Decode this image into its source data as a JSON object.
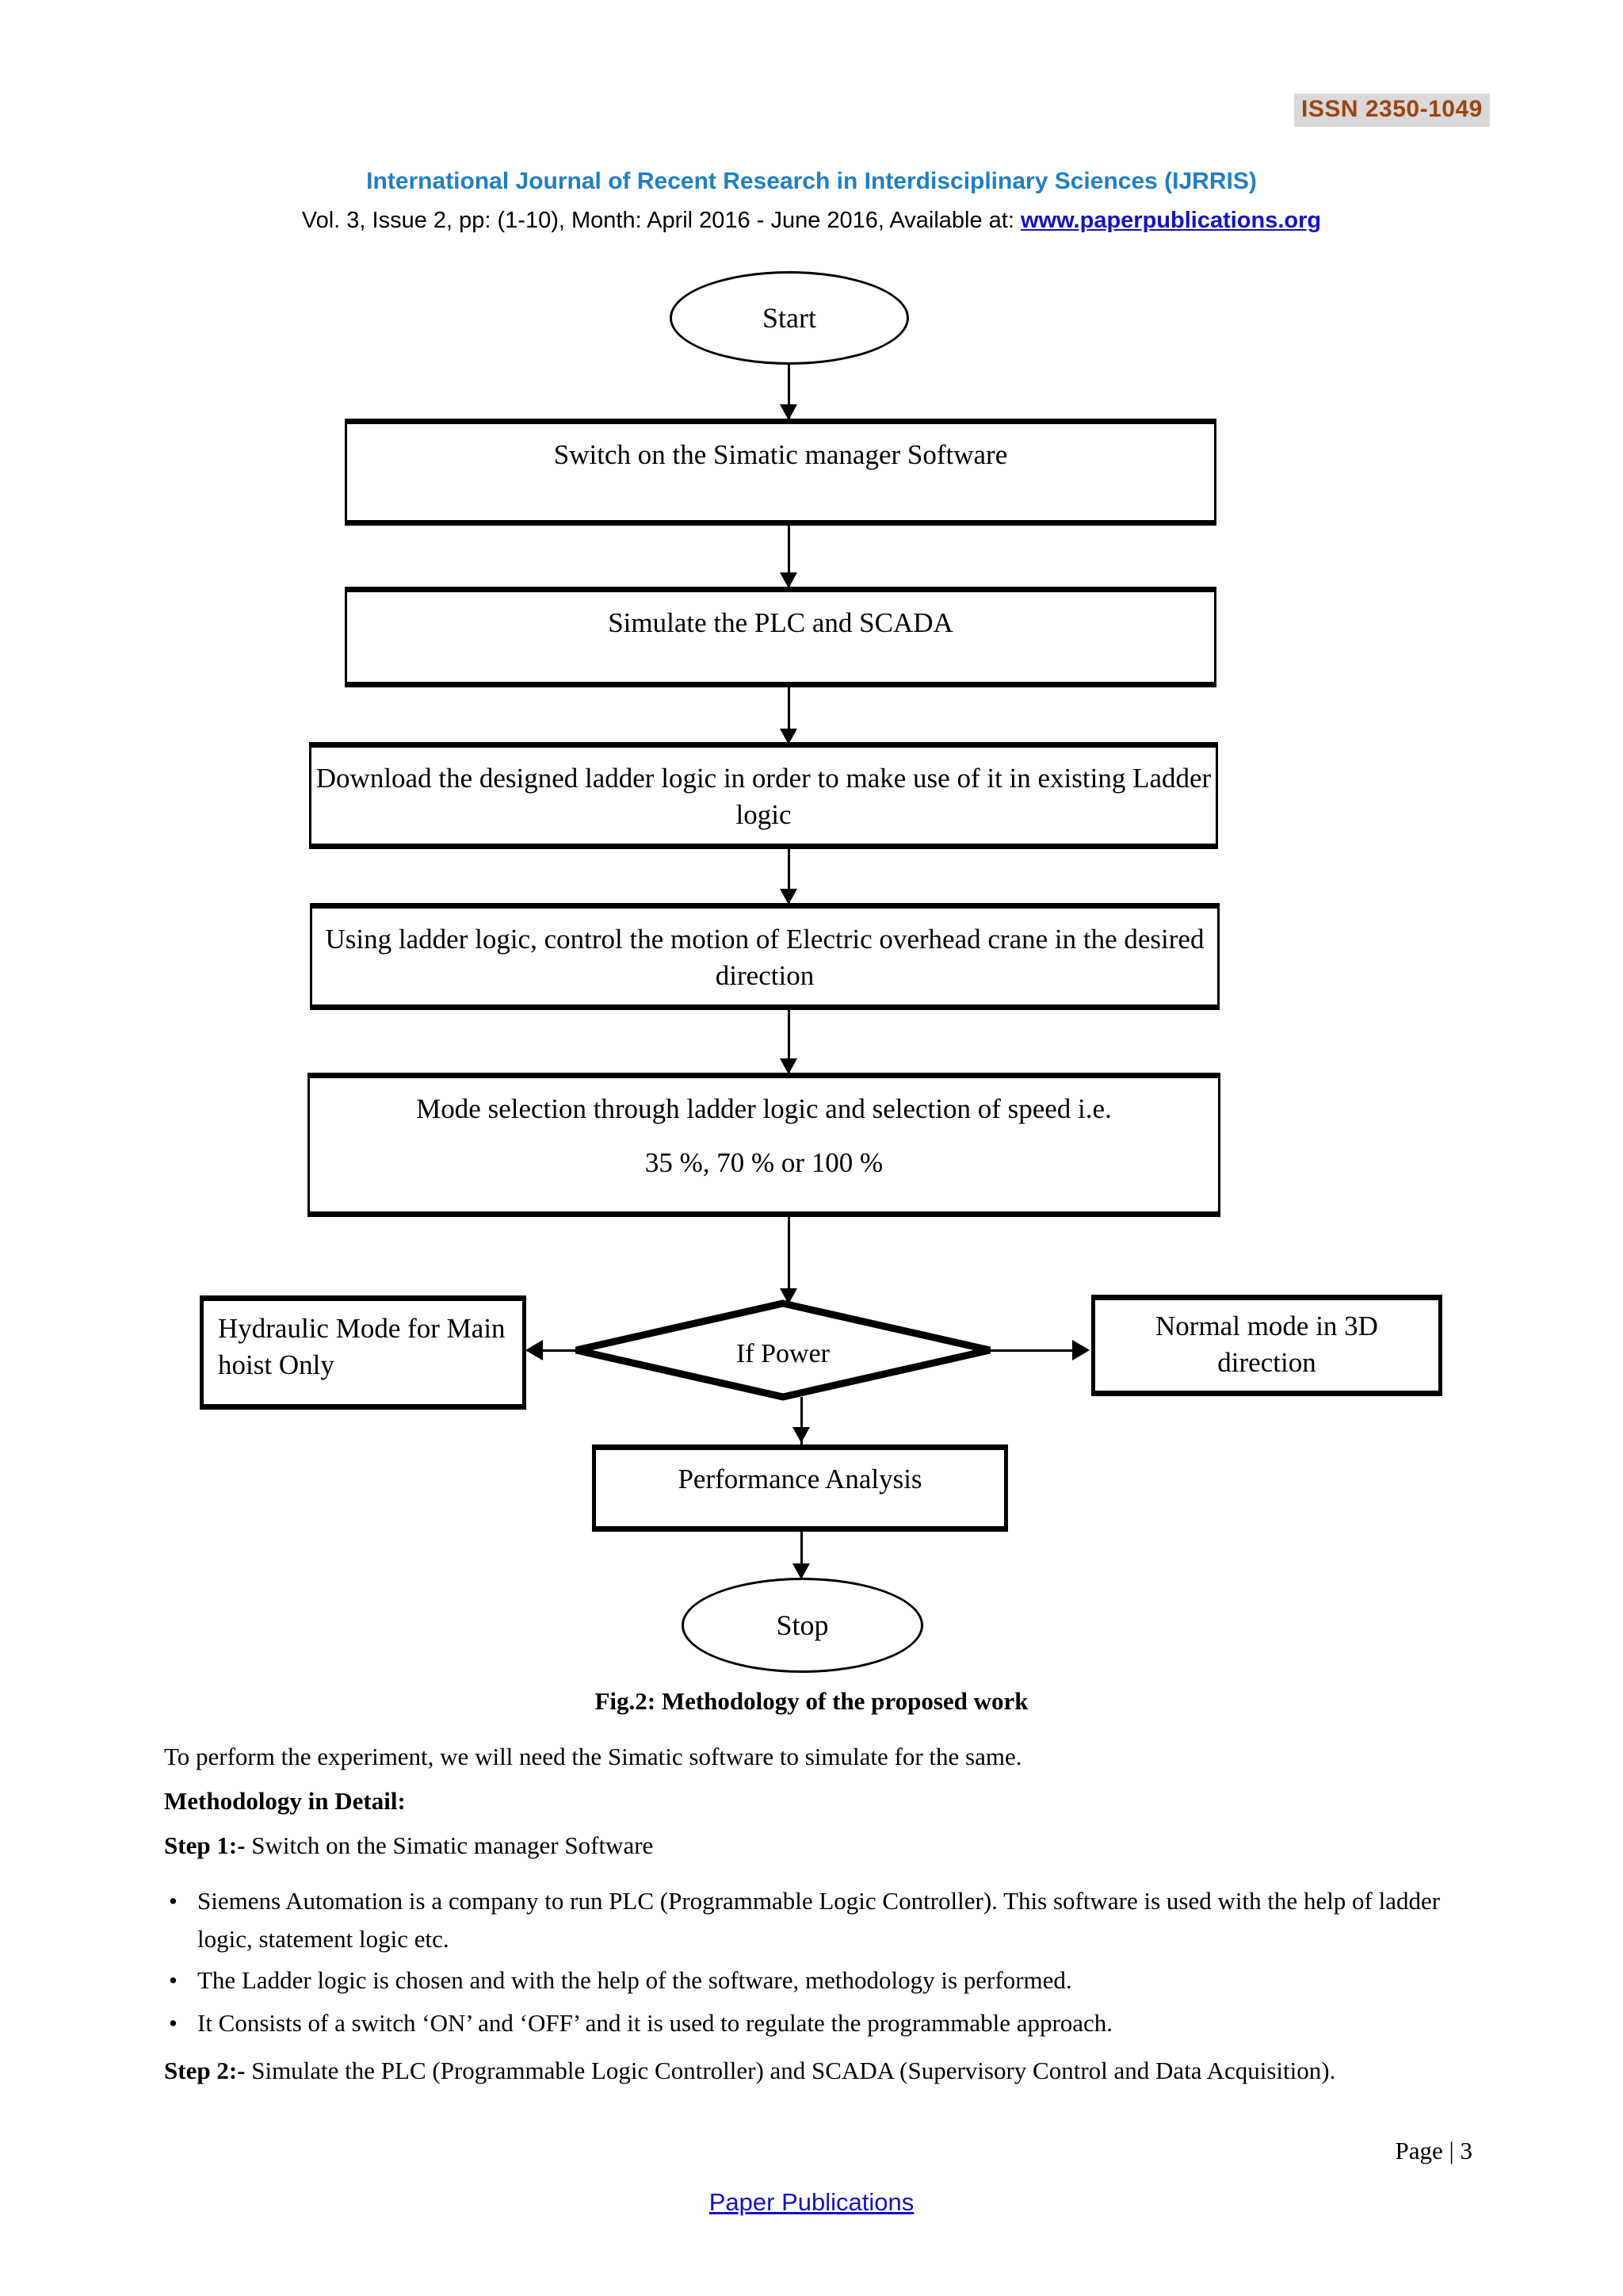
{
  "header": {
    "issn": "ISSN  2350-1049",
    "journal_title": "International Journal of Recent Research in Interdisciplinary Sciences (IJRRIS)",
    "issue_prefix": "Vol. 3, Issue 2, pp: (1-10), Month: April 2016 - June 2016, Available at: ",
    "issue_url": "www.paperpublications.org"
  },
  "flowchart": {
    "start": "Start",
    "step1": "Switch on the Simatic manager Software",
    "step2": "Simulate the PLC and SCADA",
    "step3": "Download the designed ladder logic in order to make use of it in existing Ladder logic",
    "step4": "Using ladder logic, control the motion of Electric overhead crane in the desired direction",
    "step5_line1": "Mode selection through ladder logic and selection of speed i.e.",
    "step5_line2": "35 %, 70 % or 100 %",
    "decision": "If Power",
    "branch_left": "Hydraulic Mode for Main hoist Only",
    "branch_right": "Normal mode in 3D direction",
    "performance": "Performance Analysis",
    "stop": "Stop"
  },
  "caption": "Fig.2: Methodology of the proposed work",
  "body": {
    "intro": "To perform the experiment, we will need the Simatic software to simulate for the same.",
    "methodology_heading": "Methodology in Detail:",
    "step1_label": "Step 1:-",
    "step1_text": " Switch on the Simatic manager Software",
    "bullets": [
      "Siemens Automation is a company to run PLC (Programmable Logic Controller). This software is used with the help of ladder logic, statement logic etc.",
      "The Ladder logic is chosen and with the help of the software, methodology is performed.",
      "It Consists of a switch ‘ON’ and ‘OFF’ and it is used to regulate the programmable approach."
    ],
    "bullet_glyph": "•",
    "step2_label": "Step 2:-",
    "step2_text": " Simulate the PLC (Programmable Logic Controller) and SCADA (Supervisory Control  and Data Acquisition)."
  },
  "footer": {
    "page_number": "Page | 3",
    "link": "Paper Publications"
  },
  "colors": {
    "issn_text": "#9c4410",
    "issn_background": "#d9d9d9",
    "journal_title": "#1f7fc4",
    "link": "#1212c8"
  }
}
